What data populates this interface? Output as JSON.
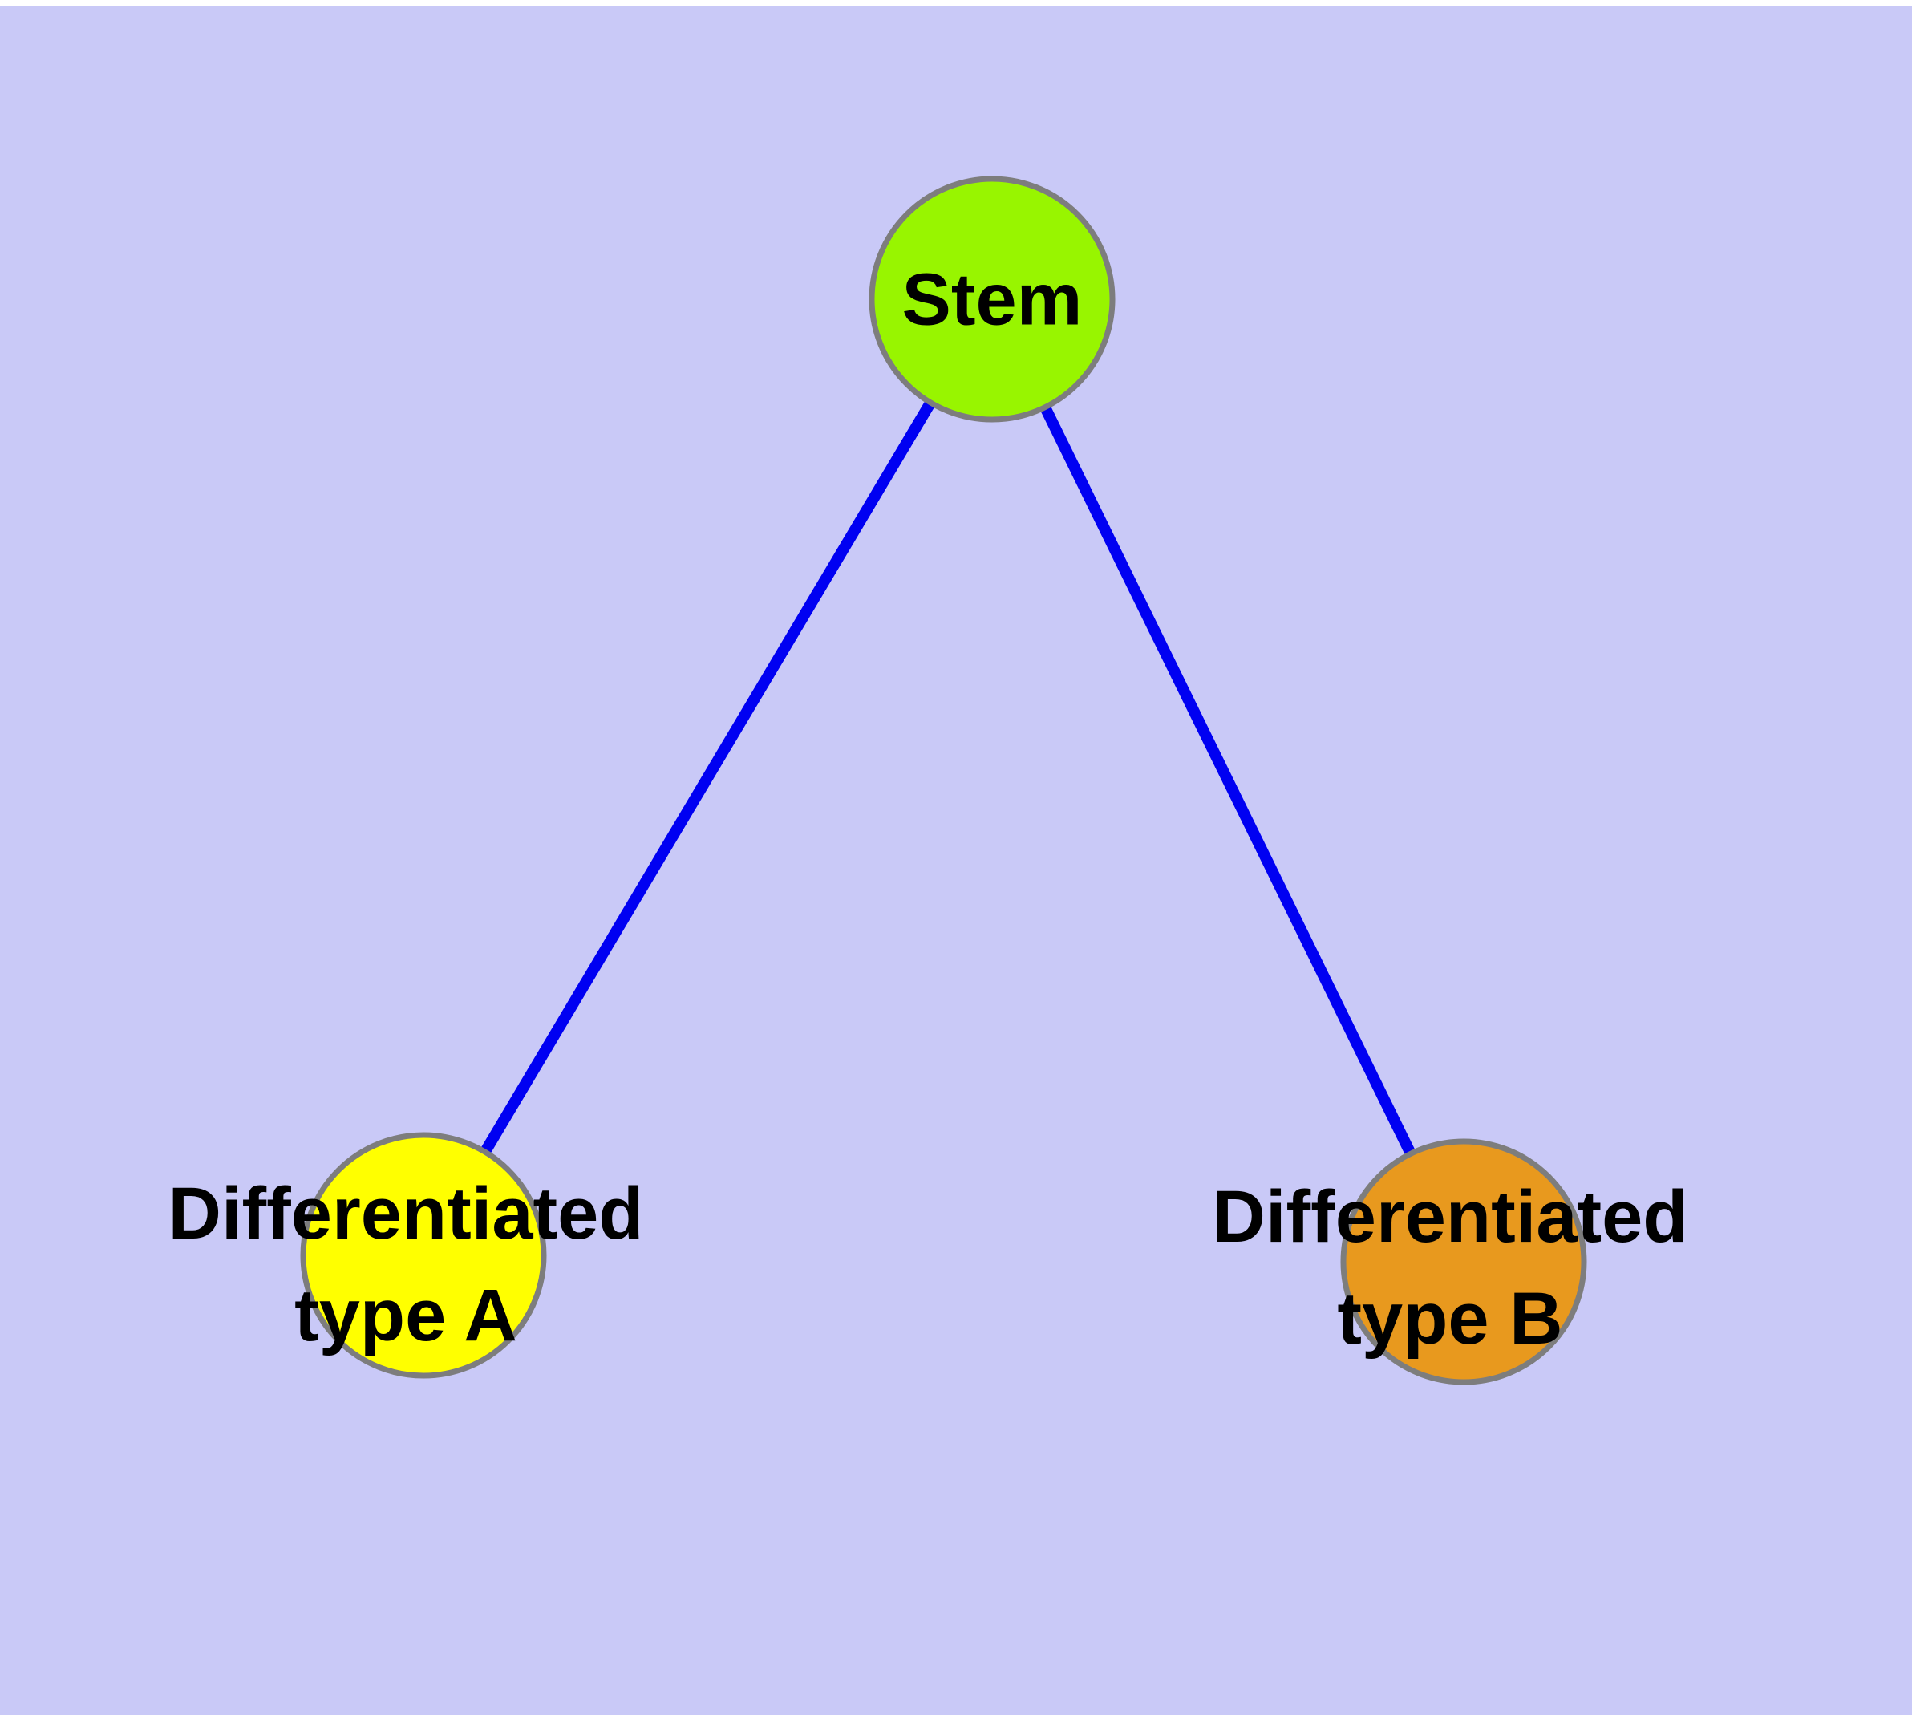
{
  "diagram": {
    "type": "graph",
    "colors": {
      "background": "#c9c9f7",
      "edge": "#0000f2",
      "node_border": "#7d7d7d",
      "label_text": "#000000"
    },
    "nodes": [
      {
        "id": "stem",
        "label": "Stem",
        "lines": [
          "Stem"
        ],
        "fill": "#98f500"
      },
      {
        "id": "differentiated-type-a",
        "label": "Differentiated type A",
        "lines": [
          "Differentiated",
          "type A"
        ],
        "fill": "#ffff00"
      },
      {
        "id": "differentiated-type-b",
        "label": "Differentiated type B",
        "lines": [
          "Differentiated",
          "type B"
        ],
        "fill": "#e8991e"
      }
    ],
    "edges": [
      {
        "from": "Stem",
        "to": "Differentiated type A"
      },
      {
        "from": "Stem",
        "to": "Differentiated type B"
      }
    ]
  }
}
